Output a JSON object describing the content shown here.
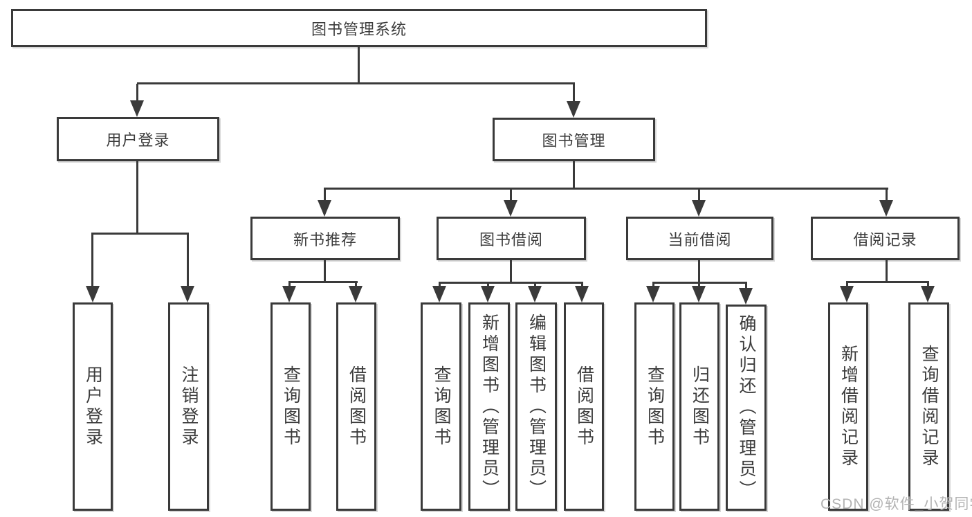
{
  "diagram": {
    "root": {
      "label": "图书管理系统"
    },
    "branches": [
      {
        "label": "用户登录",
        "children": [
          {
            "label": "用户登录"
          },
          {
            "label": "注销登录"
          }
        ]
      },
      {
        "label": "图书管理",
        "children": [
          {
            "label": "新书推荐",
            "children": [
              {
                "label": "查询图书"
              },
              {
                "label": "借阅图书"
              }
            ]
          },
          {
            "label": "图书借阅",
            "children": [
              {
                "label": "查询图书"
              },
              {
                "label": "新增图书（管理员）"
              },
              {
                "label": "编辑图书（管理员）"
              },
              {
                "label": "借阅图书"
              }
            ]
          },
          {
            "label": "当前借阅",
            "children": [
              {
                "label": "查询图书"
              },
              {
                "label": "归还图书"
              },
              {
                "label": "确认归还（管理员）"
              }
            ]
          },
          {
            "label": "借阅记录",
            "children": [
              {
                "label": "新增借阅记录"
              },
              {
                "label": "查询借阅记录"
              }
            ]
          }
        ]
      }
    ]
  },
  "watermark": {
    "text": "CSDN @软件_小贺同学"
  },
  "colors": {
    "line": "#3a3a3a",
    "text": "#3c3c3c",
    "watermark": "#b3b3b3",
    "bg": "#ffffff"
  }
}
